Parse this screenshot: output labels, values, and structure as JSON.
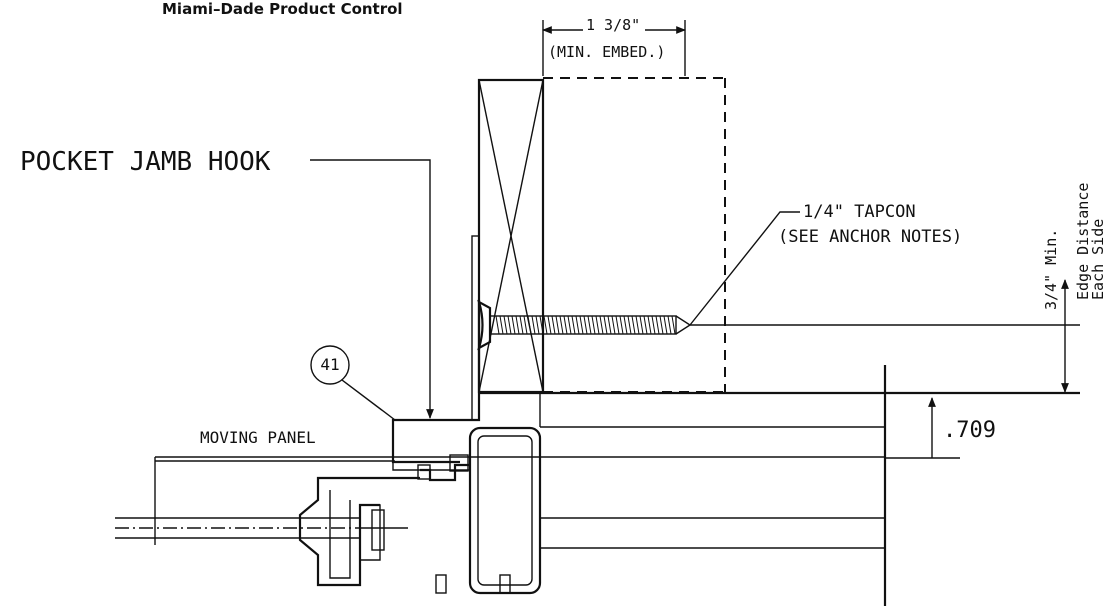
{
  "header": {
    "title": "Miami–Dade Product Control"
  },
  "labels": {
    "pocket_jamb_hook": "POCKET JAMB HOOK",
    "embed_dim": "1 3/8\"",
    "embed_note": "(MIN. EMBED.)",
    "tapcon": "1/4\" TAPCON",
    "anchor_note": "(SEE  ANCHOR NOTES)",
    "edge_min": "3/4\" Min.",
    "edge_distance_1": "Edge  Distance",
    "edge_distance_2": "Each  Side",
    "gap_dim": ".709",
    "moving_panel": "MOVING PANEL",
    "callout_41": "41"
  }
}
